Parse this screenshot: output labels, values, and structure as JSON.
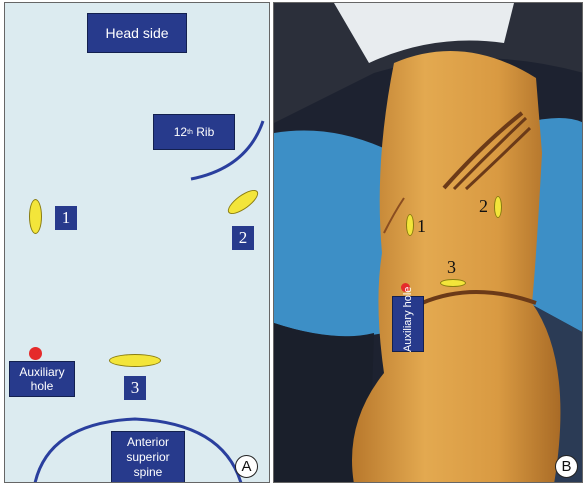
{
  "panel_a": {
    "corner_label": "A",
    "head_label": "Head side",
    "rib_label_main": "12",
    "rib_label_sup": "th",
    "rib_label_rest": " Rib",
    "port_1": "1",
    "port_2": "2",
    "port_3": "3",
    "aux_line1": "Auxiliary",
    "aux_line2": "hole",
    "spine_line1": "Anterior",
    "spine_line2": "superior",
    "spine_line3": "spine"
  },
  "panel_b": {
    "corner_label": "B",
    "port_1": "1",
    "port_2": "2",
    "port_3": "3",
    "aux_label": "Auxiliary hole"
  },
  "colors": {
    "label_box": "#273a8c",
    "port_marker": "#f3e53a",
    "auxiliary_marker": "#e52b2b",
    "landmark_curve": "#2a3f9e",
    "panel_a_background": "#dcebf0"
  }
}
